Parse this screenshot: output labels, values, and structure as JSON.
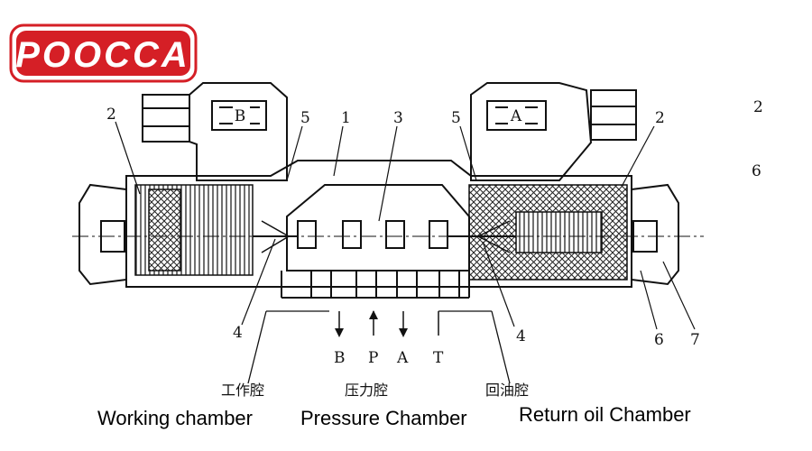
{
  "logo": {
    "text": "POOCCA",
    "color": "#d51f26"
  },
  "coils": {
    "left": "B",
    "right": "A"
  },
  "callouts": {
    "n2_left": "2",
    "n5_left": "5",
    "n1": "1",
    "n3": "3",
    "n5_right": "5",
    "n2_right": "2",
    "n4_left": "4",
    "n4_right": "4",
    "n6": "6",
    "n7": "7",
    "edge_2": "2",
    "edge_6": "6"
  },
  "ports": {
    "b": "B",
    "p": "P",
    "a": "A",
    "t": "T"
  },
  "chinese_labels": {
    "working": "工作腔",
    "pressure": "压力腔",
    "return": "回油腔"
  },
  "english_labels": {
    "working": "Working chamber",
    "pressure": "Pressure  Chamber",
    "return": "Return oil Chamber"
  }
}
